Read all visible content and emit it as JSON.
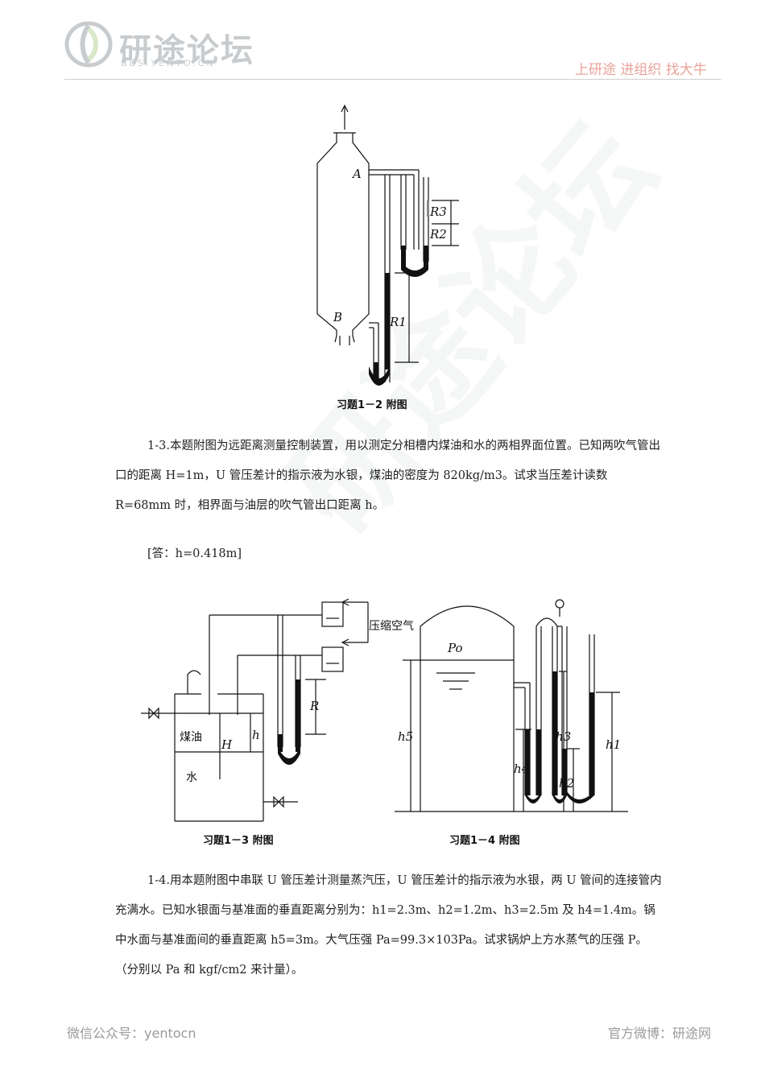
{
  "header": {
    "logo_text": "研途论坛",
    "logo_sub": "BBS.YENTO.CN",
    "slogan": "上研途 进组织 找大牛"
  },
  "figures": {
    "fig_1_2": {
      "caption": "习题1－2 附图",
      "labels": {
        "A": "A",
        "B": "B",
        "R1": "R1",
        "R2": "R2",
        "R3": "R3"
      }
    },
    "fig_1_3": {
      "caption": "习题1－3 附图",
      "labels": {
        "air": "压缩空气",
        "oil": "煤油",
        "water": "水",
        "H": "H",
        "h": "h",
        "R": "R"
      }
    },
    "fig_1_4": {
      "caption": "习题1－4 附图",
      "labels": {
        "Po": "Po",
        "h1": "h1",
        "h2": "h2",
        "h3": "h3",
        "h4": "h4",
        "h5": "h5"
      }
    }
  },
  "problems": {
    "p1_3": {
      "text": "1-3.本题附图为远距离测量控制装置，用以测定分相槽内煤油和水的两相界面位置。已知两吹气管出口的距离 H=1m，U 管压差计的指示液为水银，煤油的密度为 820kg/m3。试求当压差计读数 R=68mm 时，相界面与油层的吹气管出口距离 h。",
      "answer": "[答：h=0.418m]"
    },
    "p1_4": {
      "text": "1-4.用本题附图中串联 U 管压差计测量蒸汽压，U 管压差计的指示液为水银，两 U 管间的连接管内充满水。已知水银面与基准面的垂直距离分别为：h1=2.3m、h2=1.2m、h3=2.5m 及 h4=1.4m。锅中水面与基准面间的垂直距离 h5=3m。大气压强 Pa=99.3×103Pa。试求锅炉上方水蒸气的压强 P。（分别以 Pa 和 kgf/cm2 来计量）。"
    }
  },
  "footer": {
    "left": "微信公众号：yentocn",
    "right": "官方微博：研途网"
  }
}
